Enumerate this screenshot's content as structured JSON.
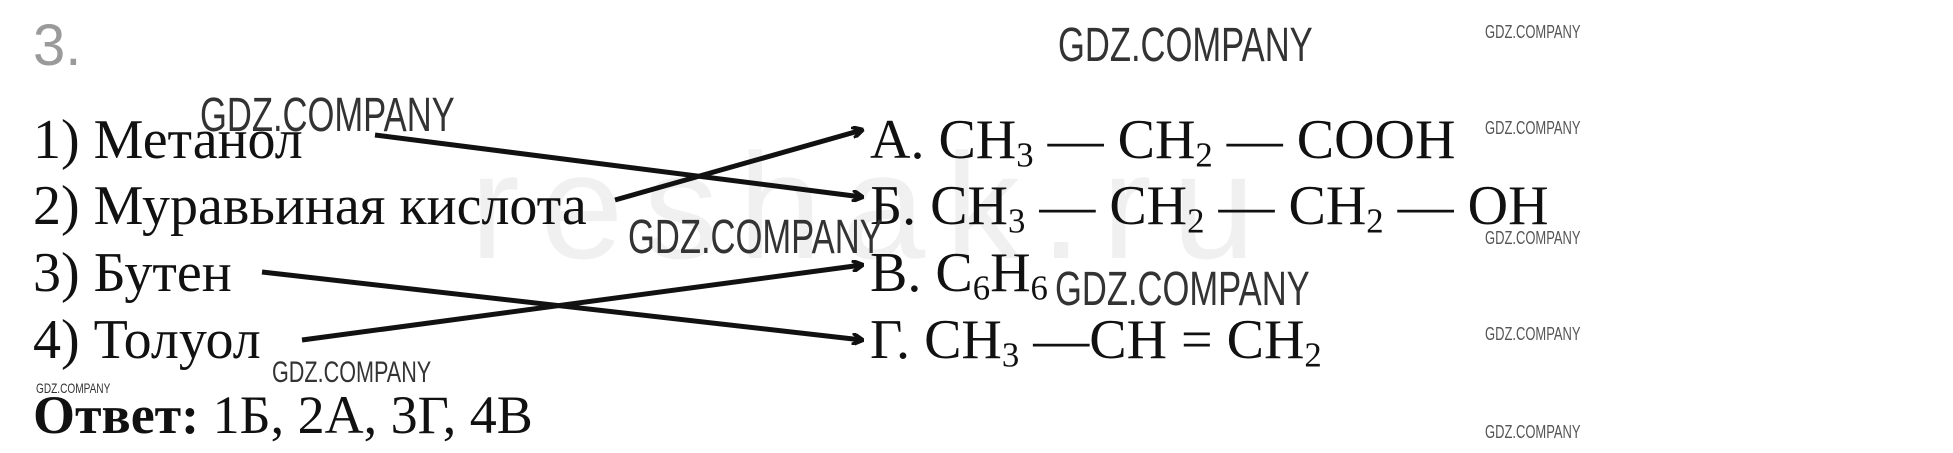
{
  "task_number": "3.",
  "left_items": [
    "1) Метанол",
    "2) Муравьиная кислота",
    "3) Бутен",
    "4) Толуол"
  ],
  "right_items": [
    {
      "letter": "А.",
      "formula": [
        "CH",
        "3",
        " — CH",
        "2",
        " — COOH"
      ]
    },
    {
      "letter": "Б.",
      "formula": [
        "CH",
        "3",
        " — CH",
        "2",
        " — CH",
        "2",
        " — OH"
      ]
    },
    {
      "letter": "В.",
      "formula": [
        "C",
        "6",
        "H",
        "6"
      ]
    },
    {
      "letter": "Г.",
      "formula": [
        "CH",
        "3",
        " —CH = CH",
        "2"
      ]
    }
  ],
  "answer": {
    "label": "Ответ:",
    "text": " 1Б, 2А, 3Г, 4В"
  },
  "watermarks": {
    "main": "GDZ.COMPANY",
    "ghost": "reshak.ru"
  },
  "matches": [
    {
      "from": 1,
      "to": "Б"
    },
    {
      "from": 2,
      "to": "А"
    },
    {
      "from": 3,
      "to": "Г"
    },
    {
      "from": 4,
      "to": "В"
    }
  ],
  "colors": {
    "text": "#111111",
    "arrow": "#111111",
    "number": "#9a9a9a"
  }
}
